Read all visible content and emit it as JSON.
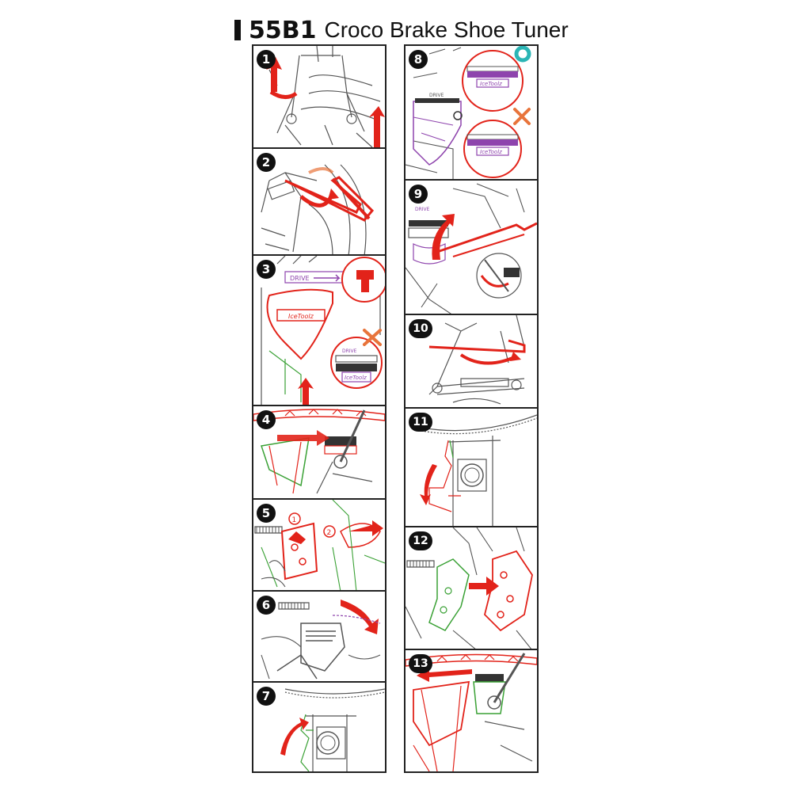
{
  "header": {
    "model": "55B1",
    "title": "Croco Brake Shoe Tuner"
  },
  "colors": {
    "line": "#555555",
    "red": "#e2231a",
    "green": "#3aa135",
    "purple": "#8e44ad",
    "orange": "#e8743b",
    "teal": "#2bb5b5"
  },
  "steps_left": [
    {
      "number": "1"
    },
    {
      "number": "2"
    },
    {
      "number": "3",
      "label_drive": "DRIVE",
      "label_drive_small": "DRIVE",
      "logo_text": "IceToolz",
      "logo_text_small": "IceToolz",
      "mark_wrong": "cross-icon"
    },
    {
      "number": "4"
    },
    {
      "number": "5",
      "marker_1": "1",
      "marker_2": "2"
    },
    {
      "number": "6"
    },
    {
      "number": "7"
    }
  ],
  "steps_right": [
    {
      "number": "8",
      "label_drive": "DRIVE",
      "logo_text": "IceToolz",
      "logo_text_small": "IceToolz",
      "mark_ok": "ok-ring-icon",
      "mark_wrong": "cross-icon"
    },
    {
      "number": "9",
      "label_drive": "DRIVE"
    },
    {
      "number": "10"
    },
    {
      "number": "11"
    },
    {
      "number": "12"
    },
    {
      "number": "13"
    }
  ]
}
